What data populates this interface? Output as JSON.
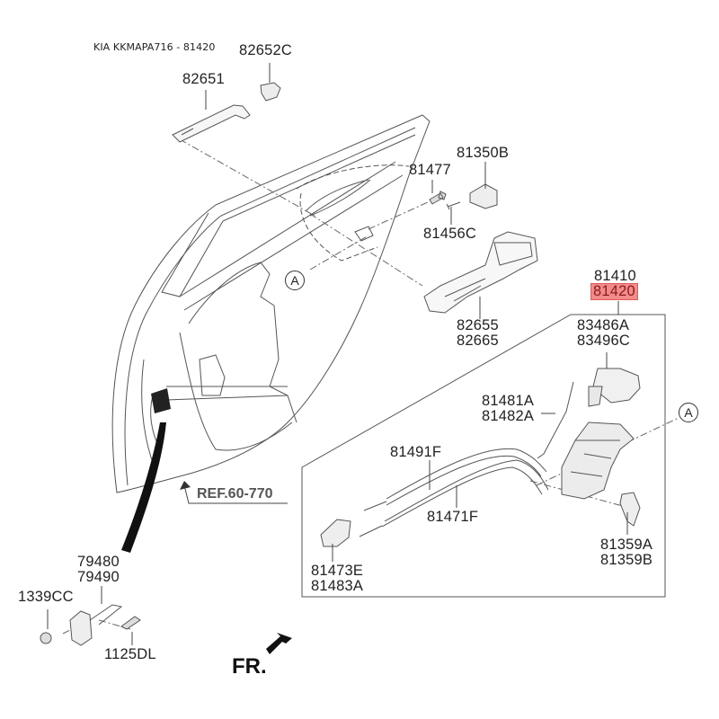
{
  "title": "KIA KKMAPA716 - 81420",
  "highlight_color": "#f28b8b",
  "parts": {
    "p82652c": "82652C",
    "p82651": "82651",
    "p81350b": "81350B",
    "p81477": "81477",
    "p81456c": "81456C",
    "p82655": "82655",
    "p82665": "82665",
    "p81410": "81410",
    "p81420": "81420",
    "p83486a": "83486A",
    "p83496c": "83496C",
    "p81481a": "81481A",
    "p81482a": "81482A",
    "p81491f": "81491F",
    "p81471f": "81471F",
    "p81473e": "81473E",
    "p81483a": "81483A",
    "p81359a": "81359A",
    "p81359b": "81359B",
    "p79480": "79480",
    "p79490": "79490",
    "p1339cc": "1339CC",
    "p1125dl": "1125DL"
  },
  "callouts": {
    "a_left": "A",
    "a_right": "A"
  },
  "reference": "REF.60-770",
  "front_marker": "FR."
}
